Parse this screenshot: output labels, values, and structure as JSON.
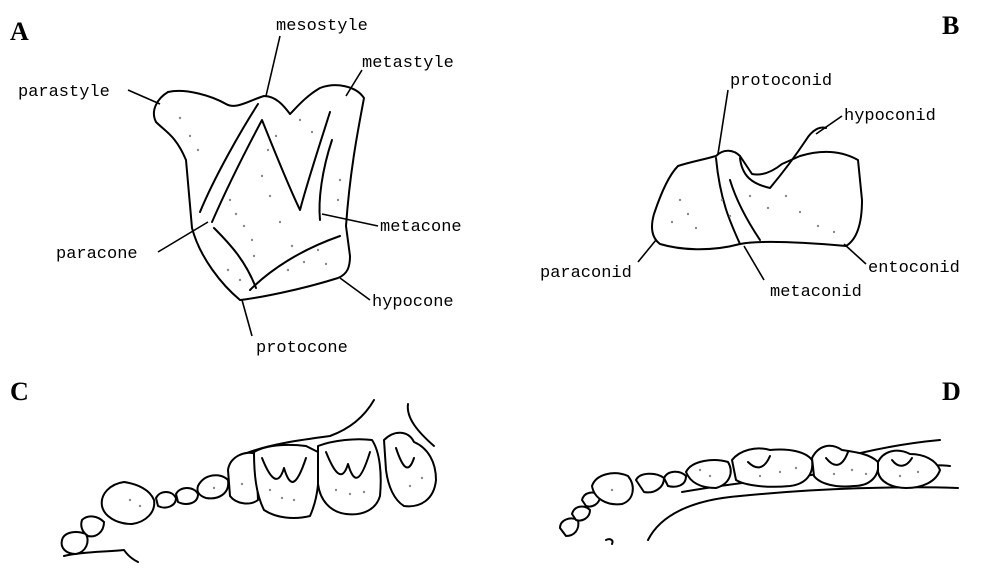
{
  "panels": {
    "a": {
      "letter": "A",
      "labels": {
        "mesostyle": "mesostyle",
        "metastyle": "metastyle",
        "parastyle": "parastyle",
        "metacone": "metacone",
        "paracone": "paracone",
        "hypocone": "hypocone",
        "protocone": "protocone"
      }
    },
    "b": {
      "letter": "B",
      "labels": {
        "protoconid": "protoconid",
        "hypoconid": "hypoconid",
        "entoconid": "entoconid",
        "paraconid": "paraconid",
        "metaconid": "metaconid"
      }
    },
    "c": {
      "letter": "C"
    },
    "d": {
      "letter": "D"
    }
  }
}
